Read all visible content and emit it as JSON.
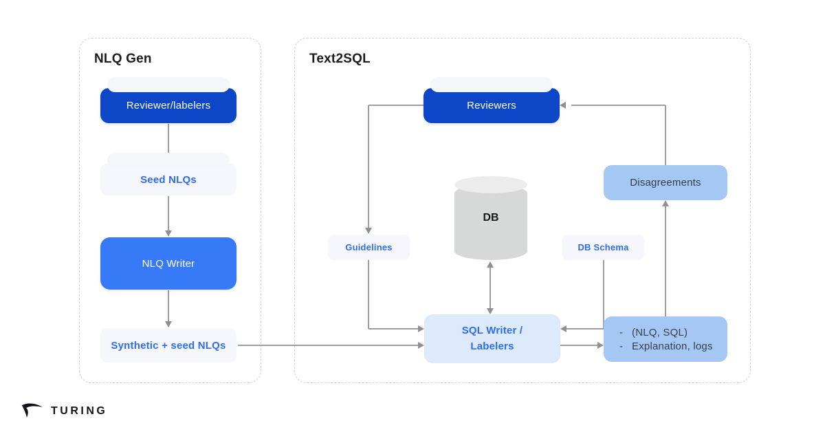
{
  "panels": {
    "nlq_gen": {
      "title": "NLQ Gen"
    },
    "text2sql": {
      "title": "Text2SQL"
    }
  },
  "nodes": {
    "reviewer_labelers": {
      "label": "Reviewer/labelers"
    },
    "seed_nlqs": {
      "label": "Seed NLQs"
    },
    "nlq_writer": {
      "label": "NLQ Writer"
    },
    "synthetic_seed_nlqs": {
      "label": "Synthetic + seed NLQs"
    },
    "reviewers": {
      "label": "Reviewers"
    },
    "guidelines": {
      "label": "Guidelines"
    },
    "db": {
      "label": "DB"
    },
    "db_schema": {
      "label": "DB Schema"
    },
    "sql_writer_labelers": {
      "label": "SQL Writer /\nLabelers"
    },
    "disagreements": {
      "label": "Disagreements"
    },
    "outputs": {
      "items": [
        {
          "bullet": "-",
          "text": "(NLQ, SQL)"
        },
        {
          "bullet": "-",
          "text": "Explanation, logs"
        }
      ]
    }
  },
  "colors": {
    "accent_dark_blue": "#0d47c7",
    "accent_blue": "#377af8",
    "light_blue_fill": "#ddeafc",
    "medium_blue_fill": "#a5c7f4",
    "pale_fill": "#f5f7fd",
    "blue_text": "#2d6cf1",
    "dark_text": "#1b1d20",
    "slate_text": "#36404c",
    "connector_gray": "#9c9ca1",
    "db_cylinder_gray": "#d7d8d8"
  },
  "footer": {
    "brand": "TURING",
    "logo": "turing-falcon-icon"
  }
}
